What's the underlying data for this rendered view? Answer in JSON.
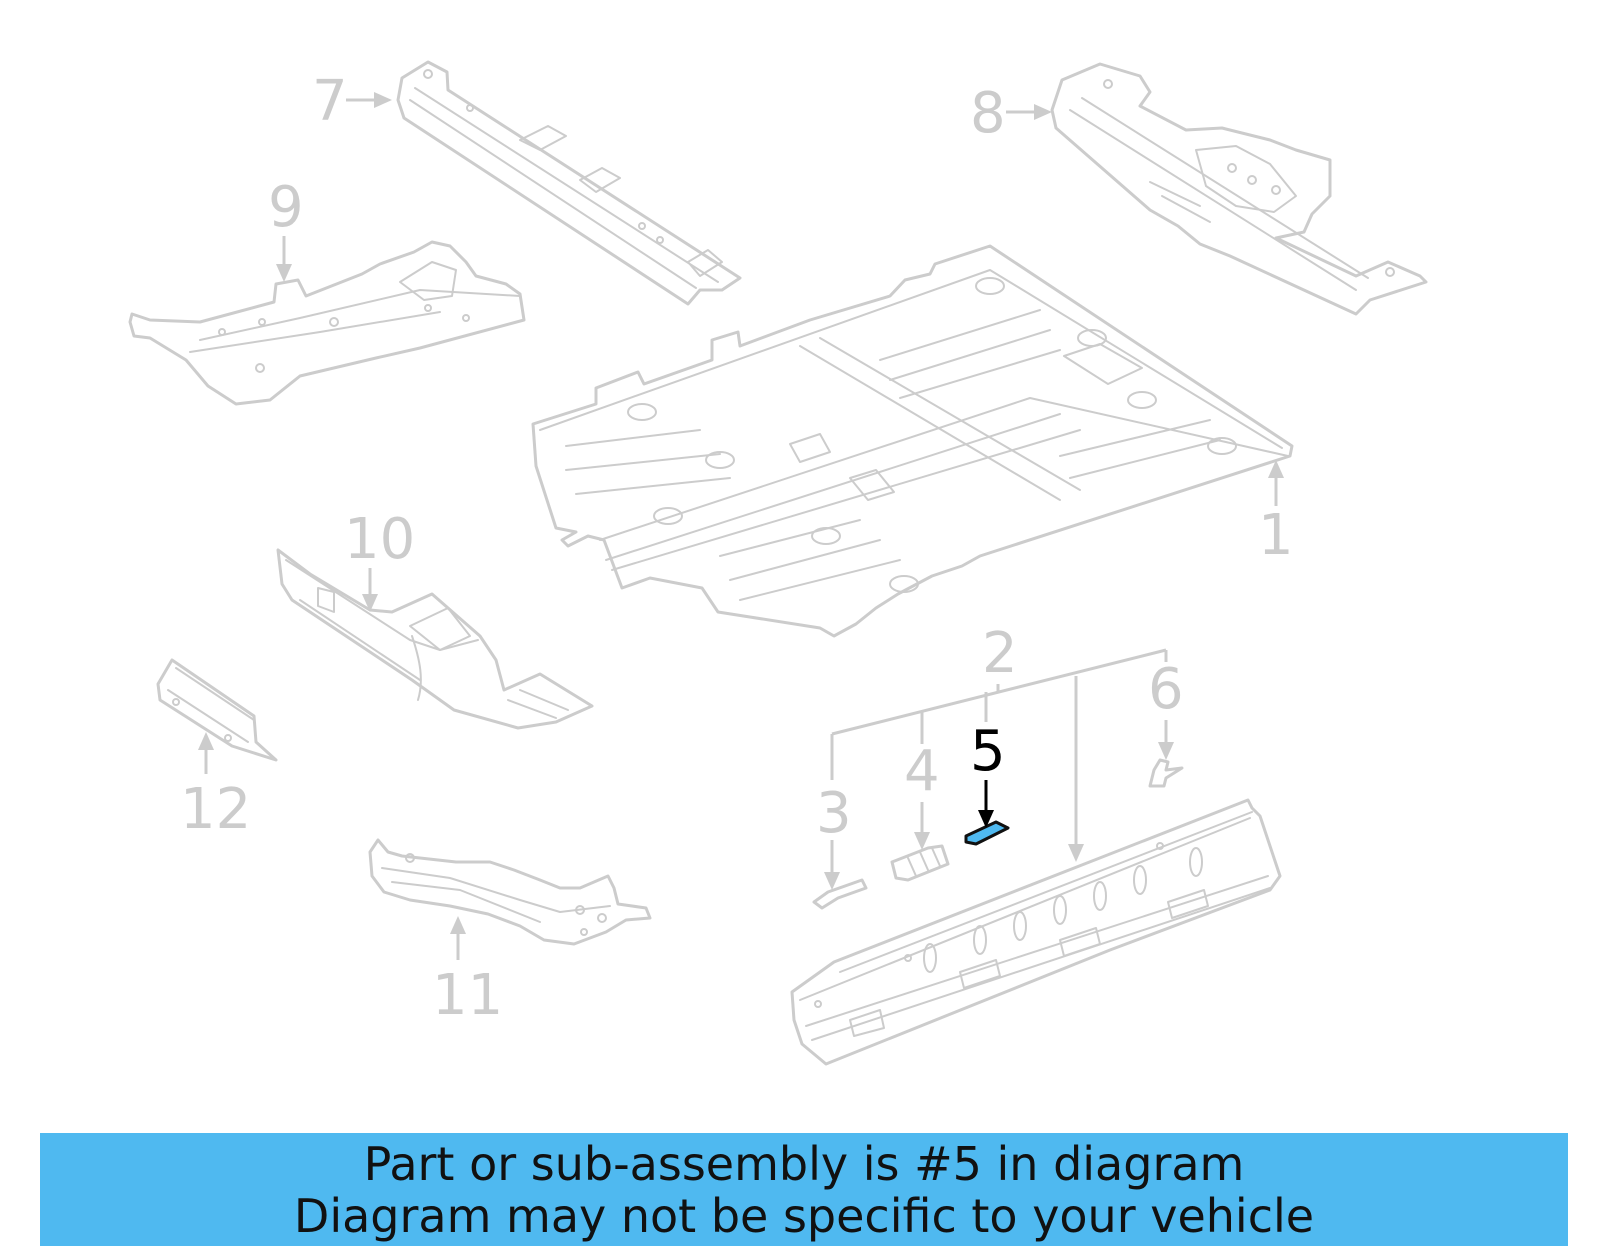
{
  "diagram": {
    "callouts": {
      "c1": "1",
      "c2": "2",
      "c3": "3",
      "c4": "4",
      "c5": "5",
      "c6": "6",
      "c7": "7",
      "c8": "8",
      "c9": "9",
      "c10": "10",
      "c11": "11",
      "c12": "12"
    },
    "highlighted_part": "5",
    "colors": {
      "highlight_fill": "#4fb9f0",
      "highlight_text": "#000000",
      "line_gray": "#cccccc"
    }
  },
  "banner": {
    "line1": "Part or sub-assembly is #5 in diagram",
    "line2": "Diagram may not be specific to your vehicle",
    "background": "#4fb9f0"
  }
}
